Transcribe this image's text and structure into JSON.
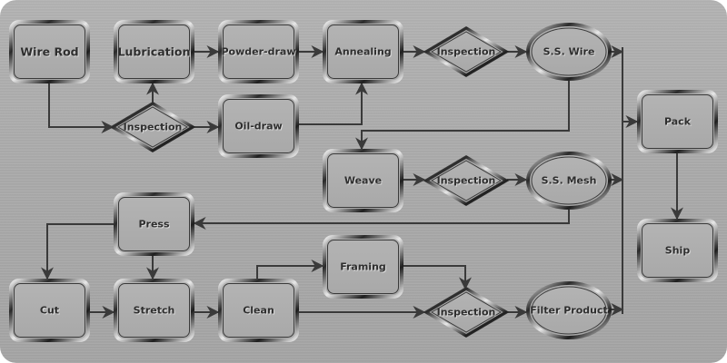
{
  "diagram": {
    "title": "",
    "colors": {
      "background": "#aaaaaa",
      "node_fill": "#aeaeae",
      "node_border_dark": "#2a2a2a",
      "node_border_light": "#f0f0f0",
      "connector": "#3a3a3a",
      "text": "#2e2e2e"
    },
    "nodes": [
      {
        "id": "wire_rod",
        "label": "Wire Rod",
        "shape": "rounded-rect"
      },
      {
        "id": "lubrication",
        "label": "Lubrication",
        "shape": "rounded-rect"
      },
      {
        "id": "powder_draw",
        "label": "Powder-draw",
        "shape": "rounded-rect"
      },
      {
        "id": "annealing",
        "label": "Annealing",
        "shape": "rounded-rect"
      },
      {
        "id": "inspection_1",
        "label": "Inspection",
        "shape": "diamond"
      },
      {
        "id": "ss_wire",
        "label": "S.S. Wire",
        "shape": "ellipse"
      },
      {
        "id": "inspection_2",
        "label": "Inspection",
        "shape": "diamond"
      },
      {
        "id": "oil_draw",
        "label": "Oil-draw",
        "shape": "rounded-rect"
      },
      {
        "id": "weave",
        "label": "Weave",
        "shape": "rounded-rect"
      },
      {
        "id": "inspection_3",
        "label": "Inspection",
        "shape": "diamond"
      },
      {
        "id": "ss_mesh",
        "label": "S.S. Mesh",
        "shape": "ellipse"
      },
      {
        "id": "pack",
        "label": "Pack",
        "shape": "rounded-rect"
      },
      {
        "id": "ship",
        "label": "Ship",
        "shape": "rounded-rect"
      },
      {
        "id": "press",
        "label": "Press",
        "shape": "rounded-rect"
      },
      {
        "id": "cut",
        "label": "Cut",
        "shape": "rounded-rect"
      },
      {
        "id": "stretch",
        "label": "Stretch",
        "shape": "rounded-rect"
      },
      {
        "id": "clean",
        "label": "Clean",
        "shape": "rounded-rect"
      },
      {
        "id": "framing",
        "label": "Framing",
        "shape": "rounded-rect"
      },
      {
        "id": "inspection_4",
        "label": "Inspection",
        "shape": "diamond"
      },
      {
        "id": "filter_product",
        "label": "Filter Product",
        "shape": "ellipse"
      }
    ],
    "edges": [
      {
        "from": "wire_rod",
        "to": "inspection_2"
      },
      {
        "from": "inspection_2",
        "to": "lubrication"
      },
      {
        "from": "inspection_2",
        "to": "oil_draw"
      },
      {
        "from": "lubrication",
        "to": "powder_draw"
      },
      {
        "from": "powder_draw",
        "to": "annealing"
      },
      {
        "from": "oil_draw",
        "to": "annealing"
      },
      {
        "from": "annealing",
        "to": "inspection_1"
      },
      {
        "from": "inspection_1",
        "to": "ss_wire"
      },
      {
        "from": "ss_wire",
        "to": "weave"
      },
      {
        "from": "ss_wire",
        "to": "pack"
      },
      {
        "from": "weave",
        "to": "inspection_3"
      },
      {
        "from": "inspection_3",
        "to": "ss_mesh"
      },
      {
        "from": "ss_mesh",
        "to": "press"
      },
      {
        "from": "ss_mesh",
        "to": "pack"
      },
      {
        "from": "press",
        "to": "cut"
      },
      {
        "from": "press",
        "to": "stretch"
      },
      {
        "from": "cut",
        "to": "stretch"
      },
      {
        "from": "stretch",
        "to": "clean"
      },
      {
        "from": "clean",
        "to": "framing"
      },
      {
        "from": "clean",
        "to": "inspection_4"
      },
      {
        "from": "framing",
        "to": "inspection_4"
      },
      {
        "from": "inspection_4",
        "to": "filter_product"
      },
      {
        "from": "filter_product",
        "to": "pack"
      },
      {
        "from": "pack",
        "to": "ship"
      }
    ]
  }
}
